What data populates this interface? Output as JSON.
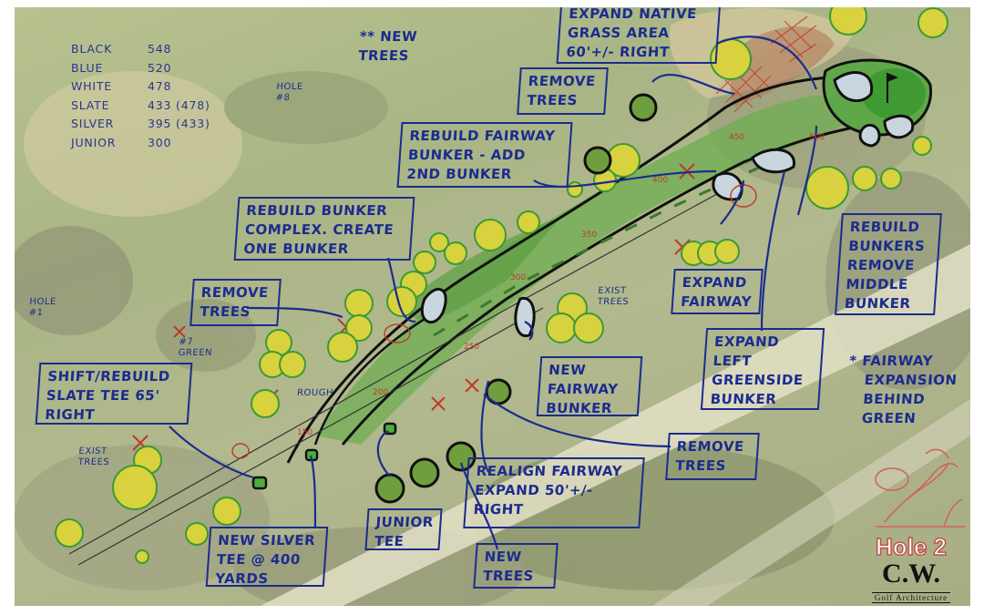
{
  "title": {
    "hole": "Hole 2",
    "firm": "C.W.",
    "firm_subtitle": "Golf Architecture"
  },
  "colors": {
    "ink": "#1b2c8f",
    "yardage": "#c0392b",
    "fairway": "#5fa84a",
    "green": "#4caf3a",
    "tree_existing": "#d9d23a",
    "tree_new": "#6f9e3f"
  },
  "tee_yardages": [
    {
      "tee": "BLACK",
      "yards": "548"
    },
    {
      "tee": "BLUE",
      "yards": "520"
    },
    {
      "tee": "WHITE",
      "yards": "478"
    },
    {
      "tee": "SLATE",
      "yards": "433 (478)"
    },
    {
      "tee": "SILVER",
      "yards": "395 (433)"
    },
    {
      "tee": "JUNIOR",
      "yards": "300"
    }
  ],
  "labels": {
    "hole8": [
      "HOLE",
      "#8"
    ],
    "hole1": [
      "HOLE",
      "#1"
    ],
    "green7": [
      "#7",
      "GREEN"
    ],
    "new_trees_top": [
      "** NEW",
      "TREES"
    ],
    "exist_trees_left": [
      "EXIST",
      "TREES"
    ],
    "exist_trees_mid": [
      "EXIST",
      "TREES"
    ],
    "rough": "ROUGH",
    "fairway_expansion_note": [
      "* FAIRWAY",
      "EXPANSION",
      "BEHIND",
      "GREEN"
    ]
  },
  "notes": [
    {
      "id": "expand-native-grass",
      "lines": [
        "EXPAND NATIVE",
        "GRASS AREA",
        "60'+/- RIGHT"
      ]
    },
    {
      "id": "remove-trees-top",
      "lines": [
        "REMOVE",
        "TREES"
      ]
    },
    {
      "id": "rebuild-fairway-bunker",
      "lines": [
        "REBUILD FAIRWAY",
        "BUNKER - ADD",
        "2ND BUNKER"
      ]
    },
    {
      "id": "rebuild-bunker-complex",
      "lines": [
        "REBUILD BUNKER",
        "COMPLEX. CREATE",
        "ONE BUNKER"
      ]
    },
    {
      "id": "remove-trees-left",
      "lines": [
        "REMOVE",
        "TREES"
      ]
    },
    {
      "id": "shift-rebuild-slate-tee",
      "lines": [
        "SHIFT/REBUILD",
        "SLATE TEE 65'",
        "RIGHT"
      ]
    },
    {
      "id": "new-fairway-bunker",
      "lines": [
        "NEW",
        "FAIRWAY",
        "BUNKER"
      ]
    },
    {
      "id": "expand-fairway",
      "lines": [
        "EXPAND",
        "FAIRWAY"
      ]
    },
    {
      "id": "rebuild-bunkers-remove-middle",
      "lines": [
        "REBUILD",
        "BUNKERS",
        "REMOVE",
        "MIDDLE",
        "BUNKER"
      ]
    },
    {
      "id": "expand-left-greenside-bunker",
      "lines": [
        "EXPAND",
        "LEFT",
        "GREENSIDE",
        "BUNKER"
      ]
    },
    {
      "id": "remove-trees-right",
      "lines": [
        "REMOVE",
        "TREES"
      ]
    },
    {
      "id": "realign-fairway",
      "lines": [
        "REALIGN FAIRWAY",
        "EXPAND 50'+/-",
        "RIGHT"
      ]
    },
    {
      "id": "junior-tee",
      "lines": [
        "JUNIOR",
        "TEE"
      ]
    },
    {
      "id": "new-silver-tee",
      "lines": [
        "NEW SILVER",
        "TEE @ 400",
        "YARDS"
      ]
    },
    {
      "id": "new-trees-bottom",
      "lines": [
        "NEW",
        "TREES"
      ]
    }
  ],
  "yardage_markers": [
    "150",
    "200",
    "250",
    "300",
    "350",
    "400",
    "450",
    "500"
  ]
}
